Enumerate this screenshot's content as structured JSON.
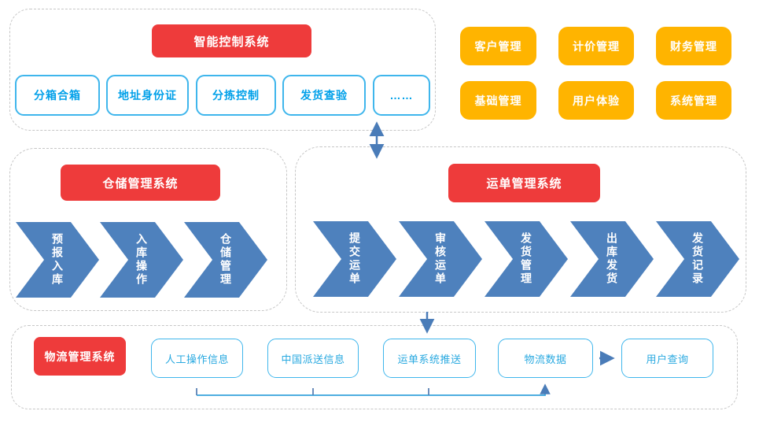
{
  "colors": {
    "header_red": "#ee3b3b",
    "button_yellow": "#ffb400",
    "chevron_blue": "#4e81bd",
    "box_border_blue": "#3fb6ec",
    "box_text_blue": "#00a0e9",
    "bottom_box_text_blue": "#29a9e0",
    "arrow_steel_blue": "#4a7cb8",
    "connector_cyan": "#36a2dc"
  },
  "smart_control": {
    "title": "智能控制系统",
    "items": [
      "分箱合箱",
      "地址身份证",
      "分拣控制",
      "发货查验",
      "……"
    ]
  },
  "management_buttons": [
    "客户管理",
    "计价管理",
    "财务管理",
    "基础管理",
    "用户体验",
    "系统管理"
  ],
  "warehouse": {
    "title": "仓储管理系统",
    "steps": [
      "预报入库",
      "入库操作",
      "仓储管理"
    ]
  },
  "waybill": {
    "title": "运单管理系统",
    "steps": [
      "提交运单",
      "审核运单",
      "发货管理",
      "出库发货",
      "发货记录"
    ]
  },
  "logistics": {
    "title": "物流管理系统",
    "items": [
      "人工操作信息",
      "中国派送信息",
      "运单系统推送",
      "物流数据",
      "用户查询"
    ]
  }
}
